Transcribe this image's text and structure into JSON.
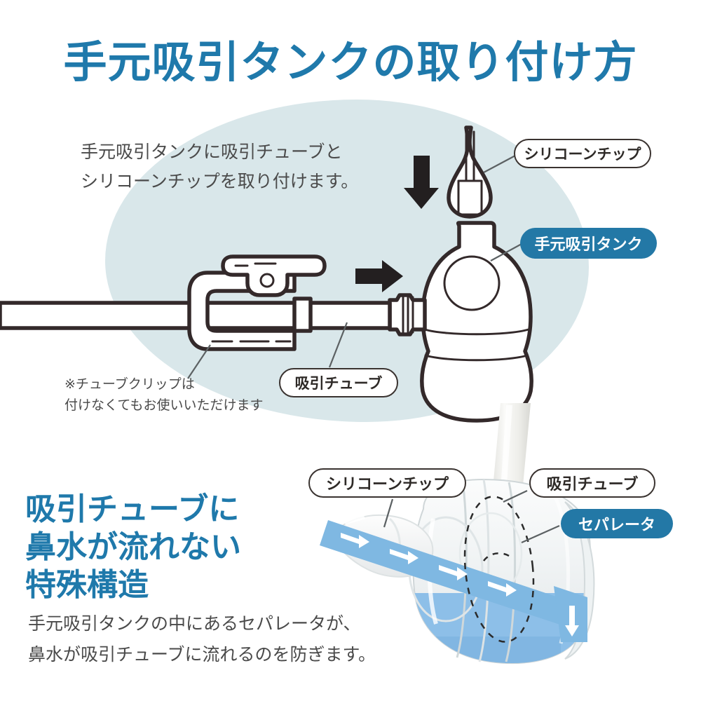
{
  "page": {
    "title": "手元吸引タンクの取り付け方",
    "background_color": "#ffffff",
    "accent_blue": "#1f79ab",
    "pill_blue": "#2378a6",
    "blob_color": "#d9e7ea",
    "flow_blue": "#7fb8e2",
    "liquid_blue": "#8dbfe8"
  },
  "upper_section": {
    "instruction_line1": "手元吸引タンクに吸引チューブと",
    "instruction_line2": "シリコーンチップを取り付けます。",
    "note_line1": "※チューブクリップは",
    "note_line2": "付けなくてもお使いいただけます",
    "labels": {
      "silicone_tip": "シリコーンチップ",
      "hand_suction_tank": "手元吸引タンク",
      "suction_tube": "吸引チューブ"
    },
    "icons": {
      "down_arrow": "down-arrow-icon",
      "right_arrow": "right-arrow-icon"
    }
  },
  "lower_section": {
    "heading_line1": "吸引チューブに",
    "heading_line2": "鼻水が流れない",
    "heading_line3": "特殊構造",
    "body_line1": "手元吸引タンクの中にあるセパレータが、",
    "body_line2": "鼻水が吸引チューブに流れるのを防ぎます。",
    "labels": {
      "silicone_tip": "シリコーンチップ",
      "suction_tube": "吸引チューブ",
      "separator": "セパレータ"
    }
  }
}
